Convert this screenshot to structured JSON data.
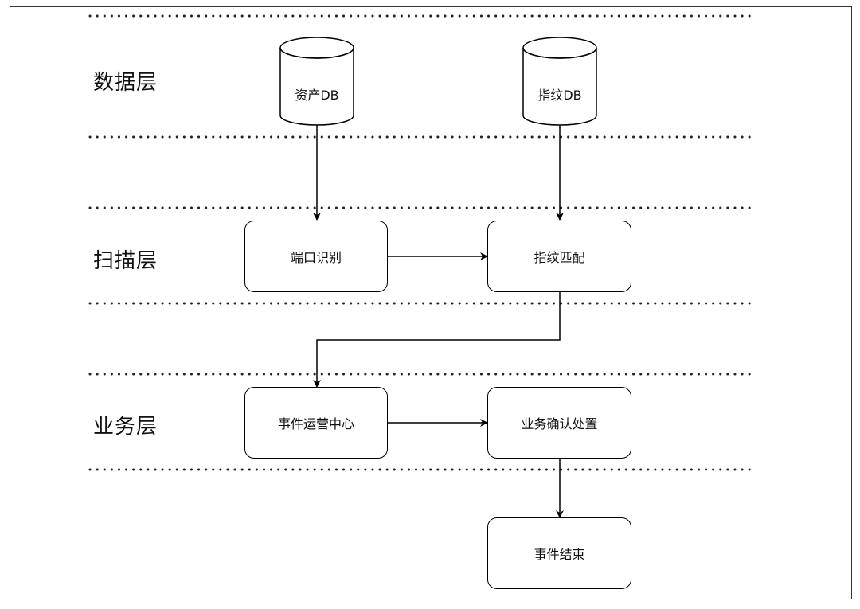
{
  "layers": {
    "data": "数据层",
    "scan": "扫描层",
    "business": "业务层"
  },
  "databases": {
    "asset": "资产DB",
    "fingerprint": "指纹DB"
  },
  "nodes": {
    "port_identify": "端口识别",
    "fingerprint_match": "指纹匹配",
    "event_center": "事件运营中心",
    "business_confirm": "业务确认处置",
    "event_end": "事件结束"
  },
  "colors": {
    "stroke": "#000000",
    "separator": "#222222",
    "frame": "#333333"
  }
}
